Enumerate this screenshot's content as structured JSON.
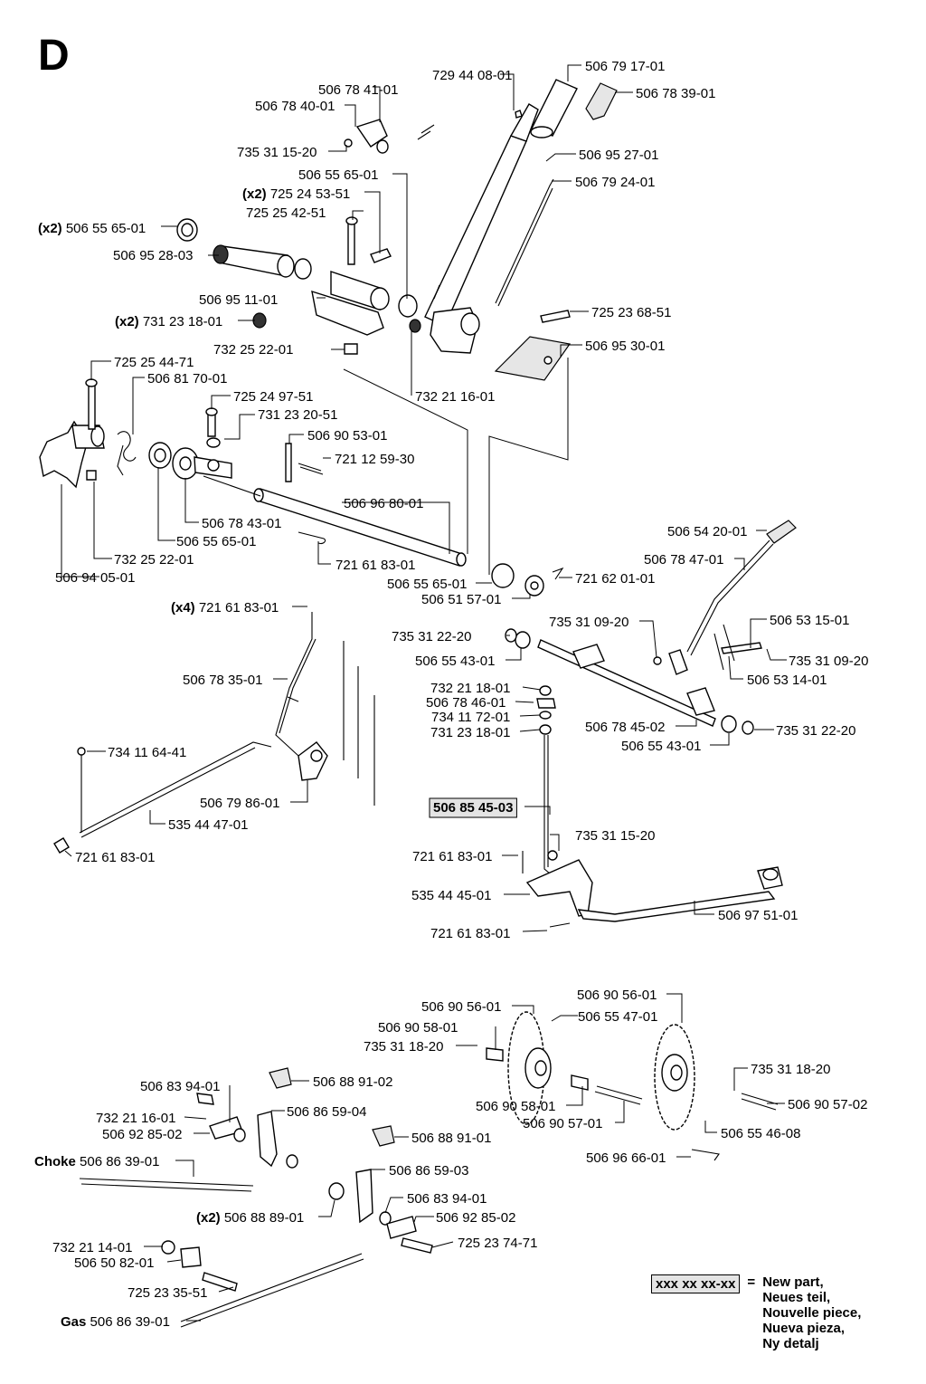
{
  "section_letter": "D",
  "labels": [
    {
      "id": "l01",
      "code": "729 44 08-01"
    },
    {
      "id": "l02",
      "code": "506 79 17-01"
    },
    {
      "id": "l03",
      "code": "506 78 39-01"
    },
    {
      "id": "l04",
      "code": "506 78 41-01"
    },
    {
      "id": "l05",
      "code": "506 78 40-01"
    },
    {
      "id": "l06",
      "code": "735 31 15-20"
    },
    {
      "id": "l07",
      "code": "506 95 27-01"
    },
    {
      "id": "l08",
      "code": "506 55 65-01"
    },
    {
      "id": "l09",
      "code": "506 79 24-01"
    },
    {
      "id": "l10",
      "code": "725 24 53-51",
      "prefix": "(x2)"
    },
    {
      "id": "l11",
      "code": "725 25 42-51"
    },
    {
      "id": "l12",
      "code": "506 55 65-01",
      "prefix": "(x2)"
    },
    {
      "id": "l13",
      "code": "506 95 28-03"
    },
    {
      "id": "l14",
      "code": "506 95 11-01"
    },
    {
      "id": "l15",
      "code": "725 23 68-51"
    },
    {
      "id": "l16",
      "code": "731 23 18-01",
      "prefix": "(x2)"
    },
    {
      "id": "l17",
      "code": "506 95 30-01"
    },
    {
      "id": "l18",
      "code": "732 25 22-01"
    },
    {
      "id": "l19",
      "code": "725 25 44-71"
    },
    {
      "id": "l20",
      "code": "732 21 16-01"
    },
    {
      "id": "l21",
      "code": "506 81 70-01"
    },
    {
      "id": "l22",
      "code": "725 24 97-51"
    },
    {
      "id": "l23",
      "code": "731 23 20-51"
    },
    {
      "id": "l24",
      "code": "506 90 53-01"
    },
    {
      "id": "l25",
      "code": "721 12 59-30"
    },
    {
      "id": "l26",
      "code": "506 96 80-01"
    },
    {
      "id": "l27",
      "code": "506 78 43-01"
    },
    {
      "id": "l28",
      "code": "506 55 65-01"
    },
    {
      "id": "l29",
      "code": "732 25 22-01"
    },
    {
      "id": "l30",
      "code": "721 61 83-01"
    },
    {
      "id": "l31",
      "code": "506 94 05-01"
    },
    {
      "id": "l32",
      "code": "506 54 20-01"
    },
    {
      "id": "l33",
      "code": "506 78 47-01"
    },
    {
      "id": "l34",
      "code": "506 55 65-01"
    },
    {
      "id": "l35",
      "code": "721 62 01-01"
    },
    {
      "id": "l36",
      "code": "506 51 57-01"
    },
    {
      "id": "l37",
      "code": "721 61 83-01",
      "prefix": "(x4)"
    },
    {
      "id": "l38",
      "code": "735 31 22-20"
    },
    {
      "id": "l39",
      "code": "735 31 09-20"
    },
    {
      "id": "l40",
      "code": "506 53 15-01"
    },
    {
      "id": "l41",
      "code": "506 55 43-01"
    },
    {
      "id": "l42",
      "code": "735 31 09-20"
    },
    {
      "id": "l43",
      "code": "506 78 35-01"
    },
    {
      "id": "l44",
      "code": "506 53 14-01"
    },
    {
      "id": "l45",
      "code": "732 21 18-01"
    },
    {
      "id": "l46",
      "code": "506 78 46-01"
    },
    {
      "id": "l47",
      "code": "734 11 72-01"
    },
    {
      "id": "l48",
      "code": "731 23 18-01"
    },
    {
      "id": "l49",
      "code": "506 78 45-02"
    },
    {
      "id": "l50",
      "code": "735 31 22-20"
    },
    {
      "id": "l51",
      "code": "734 11 64-41"
    },
    {
      "id": "l52",
      "code": "506 55 43-01"
    },
    {
      "id": "l53",
      "code": "506 79 86-01"
    },
    {
      "id": "l54",
      "code": "506 85 45-03",
      "is_new": true
    },
    {
      "id": "l55",
      "code": "535 44 47-01"
    },
    {
      "id": "l56",
      "code": "735 31 15-20"
    },
    {
      "id": "l57",
      "code": "721 61 83-01"
    },
    {
      "id": "l58",
      "code": "721 61 83-01"
    },
    {
      "id": "l59",
      "code": "535 44 45-01"
    },
    {
      "id": "l60",
      "code": "506 97 51-01"
    },
    {
      "id": "l61",
      "code": "721 61 83-01"
    },
    {
      "id": "l62",
      "code": "506 90 56-01"
    },
    {
      "id": "l63",
      "code": "506 90 56-01"
    },
    {
      "id": "l64",
      "code": "506 90 58-01"
    },
    {
      "id": "l65",
      "code": "506 55 47-01"
    },
    {
      "id": "l66",
      "code": "735 31 18-20"
    },
    {
      "id": "l67",
      "code": "506 83 94-01"
    },
    {
      "id": "l68",
      "code": "506 88 91-02"
    },
    {
      "id": "l69",
      "code": "735 31 18-20"
    },
    {
      "id": "l70",
      "code": "506 86 59-04"
    },
    {
      "id": "l71",
      "code": "506 90 58-01"
    },
    {
      "id": "l72",
      "code": "506 90 57-02"
    },
    {
      "id": "l73",
      "code": "732 21 16-01"
    },
    {
      "id": "l74",
      "code": "506 90 57-01"
    },
    {
      "id": "l75",
      "code": "506 55 46-08"
    },
    {
      "id": "l76",
      "code": "506 92 85-02"
    },
    {
      "id": "l77",
      "code": "506 88 91-01"
    },
    {
      "id": "l78",
      "code": "506 86 39-01",
      "prefix": "Choke"
    },
    {
      "id": "l79",
      "code": "506 96 66-01"
    },
    {
      "id": "l80",
      "code": "506 86 59-03"
    },
    {
      "id": "l81",
      "code": "506 83 94-01"
    },
    {
      "id": "l82",
      "code": "506 92 85-02"
    },
    {
      "id": "l83",
      "code": "506 88 89-01",
      "prefix": "(x2)"
    },
    {
      "id": "l84",
      "code": "732 21 14-01"
    },
    {
      "id": "l85",
      "code": "725 23 74-71"
    },
    {
      "id": "l86",
      "code": "506 50 82-01"
    },
    {
      "id": "l87",
      "code": "725 23 35-51"
    },
    {
      "id": "l88",
      "code": "506 86 39-01",
      "prefix": "Gas"
    }
  ],
  "legend": {
    "code": "xxx xx xx-xx",
    "equals": "=",
    "lines": [
      "New part,",
      "Neues teil,",
      "Nouvelle piece,",
      "Nueva pieza,",
      "Ny detalj"
    ]
  }
}
